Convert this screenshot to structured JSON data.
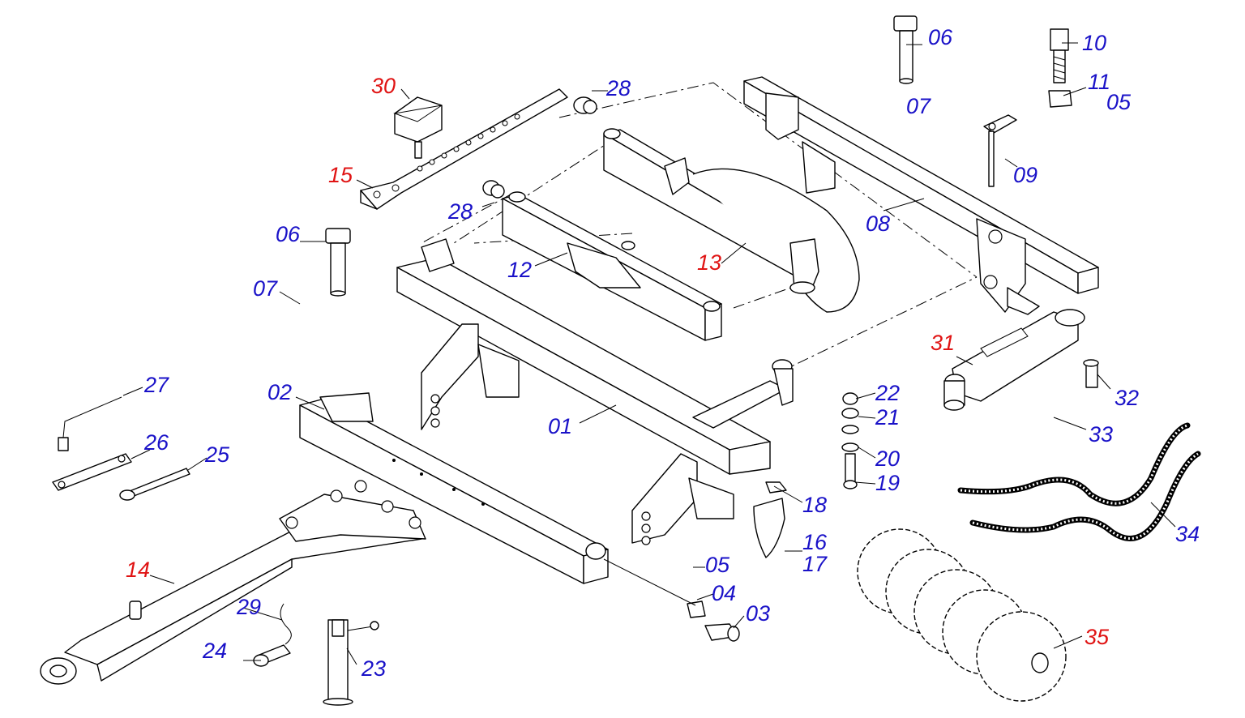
{
  "colors": {
    "callout_standard": "#1a12c8",
    "callout_highlight": "#e01414",
    "line": "#000000",
    "background": "#ffffff"
  },
  "callouts": {
    "c01": "01",
    "c02": "02",
    "c03": "03",
    "c04": "04",
    "c05a": "05",
    "c05b": "05",
    "c06a": "06",
    "c06b": "06",
    "c07a": "07",
    "c07b": "07",
    "c08": "08",
    "c09": "09",
    "c10": "10",
    "c11": "11",
    "c12": "12",
    "c13": "13",
    "c14": "14",
    "c15": "15",
    "c16": "16",
    "c17": "17",
    "c18": "18",
    "c19": "19",
    "c20": "20",
    "c21": "21",
    "c22": "22",
    "c23": "23",
    "c24": "24",
    "c25": "25",
    "c26": "26",
    "c27": "27",
    "c28a": "28",
    "c28b": "28",
    "c29": "29",
    "c30": "30",
    "c31": "31",
    "c32": "32",
    "c33": "33",
    "c34": "34",
    "c35": "35"
  }
}
